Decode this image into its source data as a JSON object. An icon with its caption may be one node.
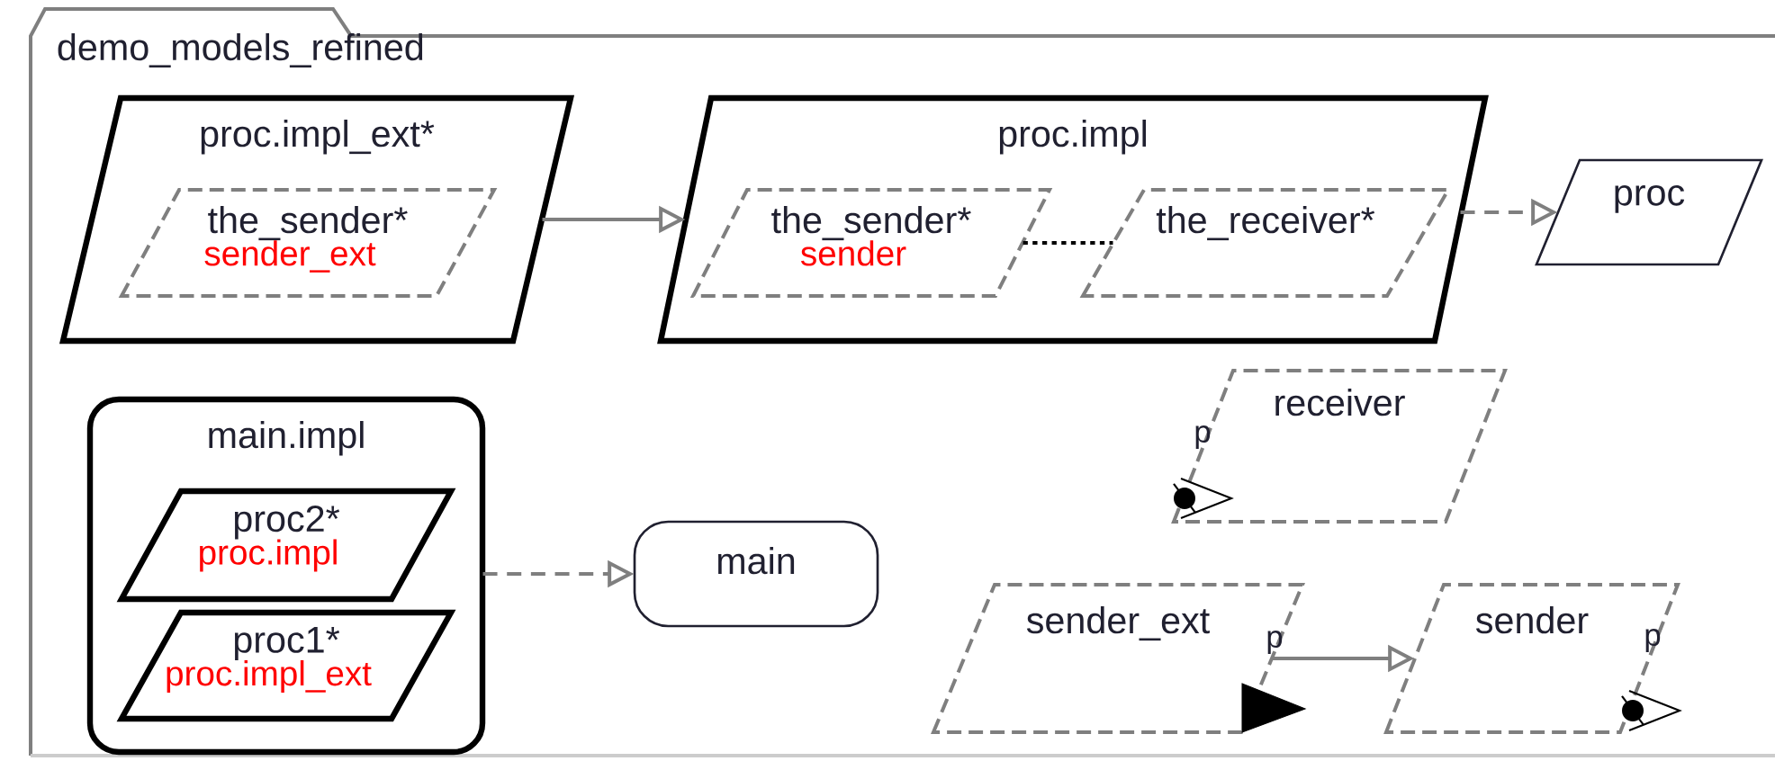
{
  "diagram": {
    "nodes": [
      {
        "text": [
          "demo_models_refined"
        ]
      },
      {
        "text": [
          "proc.impl_ext*"
        ],
        "in": 0
      },
      {
        "text": [
          "the_sender*",
          "sender_ext"
        ],
        "in": 1
      },
      {
        "text": [
          "proc.impl"
        ],
        "in": 0
      },
      {
        "text": [
          "the_sender*",
          "sender"
        ],
        "in": 3
      },
      {
        "text": [
          "the_receiver*"
        ],
        "in": 3
      },
      {
        "text": [
          "proc"
        ],
        "in": 0
      },
      {
        "text": [
          "main.impl"
        ],
        "in": 0
      },
      {
        "text": [
          "proc2*",
          "proc.impl"
        ],
        "in": 7
      },
      {
        "text": [
          "proc1*",
          "proc.impl_ext"
        ],
        "in": 7
      },
      {
        "text": [
          "main"
        ],
        "in": 0
      },
      {
        "text": [
          "receiver"
        ],
        "in": 0
      },
      {
        "text": [
          "sender_ext"
        ],
        "in": 0
      },
      {
        "text": [
          "sender"
        ],
        "in": 0
      }
    ],
    "labels": [
      "p",
      "p",
      "p"
    ],
    "edges": [
      {
        "from": 1,
        "to": 3,
        "arrow": "to"
      },
      {
        "from": 4,
        "to": 5,
        "arrow": "none",
        "style": "dashed",
        "color": "#000000"
      },
      {
        "from": 3,
        "to": 6,
        "arrow": "to",
        "style": "dashed"
      },
      {
        "from": 7,
        "to": 10,
        "arrow": "to",
        "style": "dashed"
      },
      {
        "from": 12,
        "to": 13,
        "arrow": "to"
      }
    ]
  }
}
